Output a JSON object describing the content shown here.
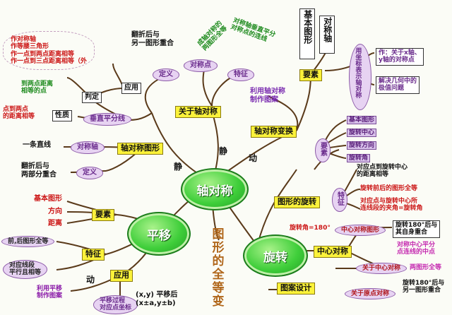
{
  "center": "轴对称",
  "axial": {
    "title": "关于轴对称",
    "definition": "定义",
    "definition_text": "翻折后与\n另一图形重合",
    "feature": "特征",
    "feature_text_a": "成轴对称的\n两图形全等",
    "feature_text_b": "对称轴垂直平分\n对称点的连线",
    "sym_point": "对称点",
    "element_box": "要素",
    "element_tall_1": "基本图形",
    "element_tall_2": "对称轴",
    "transform": "轴对称变换",
    "transform_note": "利用轴对称\n制作图案",
    "coord_label": "用坐标表示轴对称",
    "coord_item_1": "作：关于x轴、\ny轴的对称点",
    "coord_item_2": "解决几何中的\n极值问题"
  },
  "left_top": {
    "red_note": "作对称轴\n作等腰三角形\n作一点到两点距离相等\n作一点到三点距离相等（外",
    "judge": "判定",
    "apply": "应用",
    "judge_note": "到两点距离\n相等的点",
    "property": "性质",
    "perp_bisector": "垂直平分线",
    "equal_dist": "点到两点\n的距离相等",
    "line": "一条直线",
    "sym_axis": "对称轴",
    "figure_box": "轴对称图形",
    "fold_text": "翻折后与\n两部分重合",
    "def_oval": "定义",
    "static_1": "静",
    "static_2": "静",
    "dynamic_1": "动"
  },
  "translation": {
    "cloud": "平移",
    "elements": "要素",
    "el_1": "基本图形",
    "el_2": "方向",
    "el_3": "距离",
    "feature": "特征",
    "feature_a": "前,后图形全等",
    "feature_b": "对应线段\n平行且相等",
    "apply": "应用",
    "apply_a": "利用平移\n制作图案",
    "process": "平移过程\n对应点坐标",
    "coord": "(x,y) 平移后\n(x±a,y±b)",
    "dynamic": "动"
  },
  "center_vertical": "图形的全等变",
  "rotation": {
    "cloud": "旋转",
    "figure": "图形的旋转",
    "elements": "要素",
    "el_1": "基本图形",
    "el_2": "旋转中心",
    "el_3": "旋转方向",
    "el_4": "旋转角",
    "feature": "特征",
    "feature_a": "对应点到旋转中心\n的距离相等",
    "feature_b": "旋转前后的图形全等",
    "feature_c": "对应点与旋转中心所\n连线段的夹角=旋转角",
    "angle": "旋转角=180°",
    "central": "中心对称",
    "central_fig": "中心对称图形",
    "self_coincide": "旋转180°后与\n其自身重合",
    "midpoint": "对称中心平分\n点连线的中点",
    "two_fig": "两图形全等",
    "about_center": "关于中心对称",
    "rotate_other": "旋转180°后与\n另一图形重合",
    "about_origin": "关于原点对称",
    "pattern": "图案设计"
  }
}
